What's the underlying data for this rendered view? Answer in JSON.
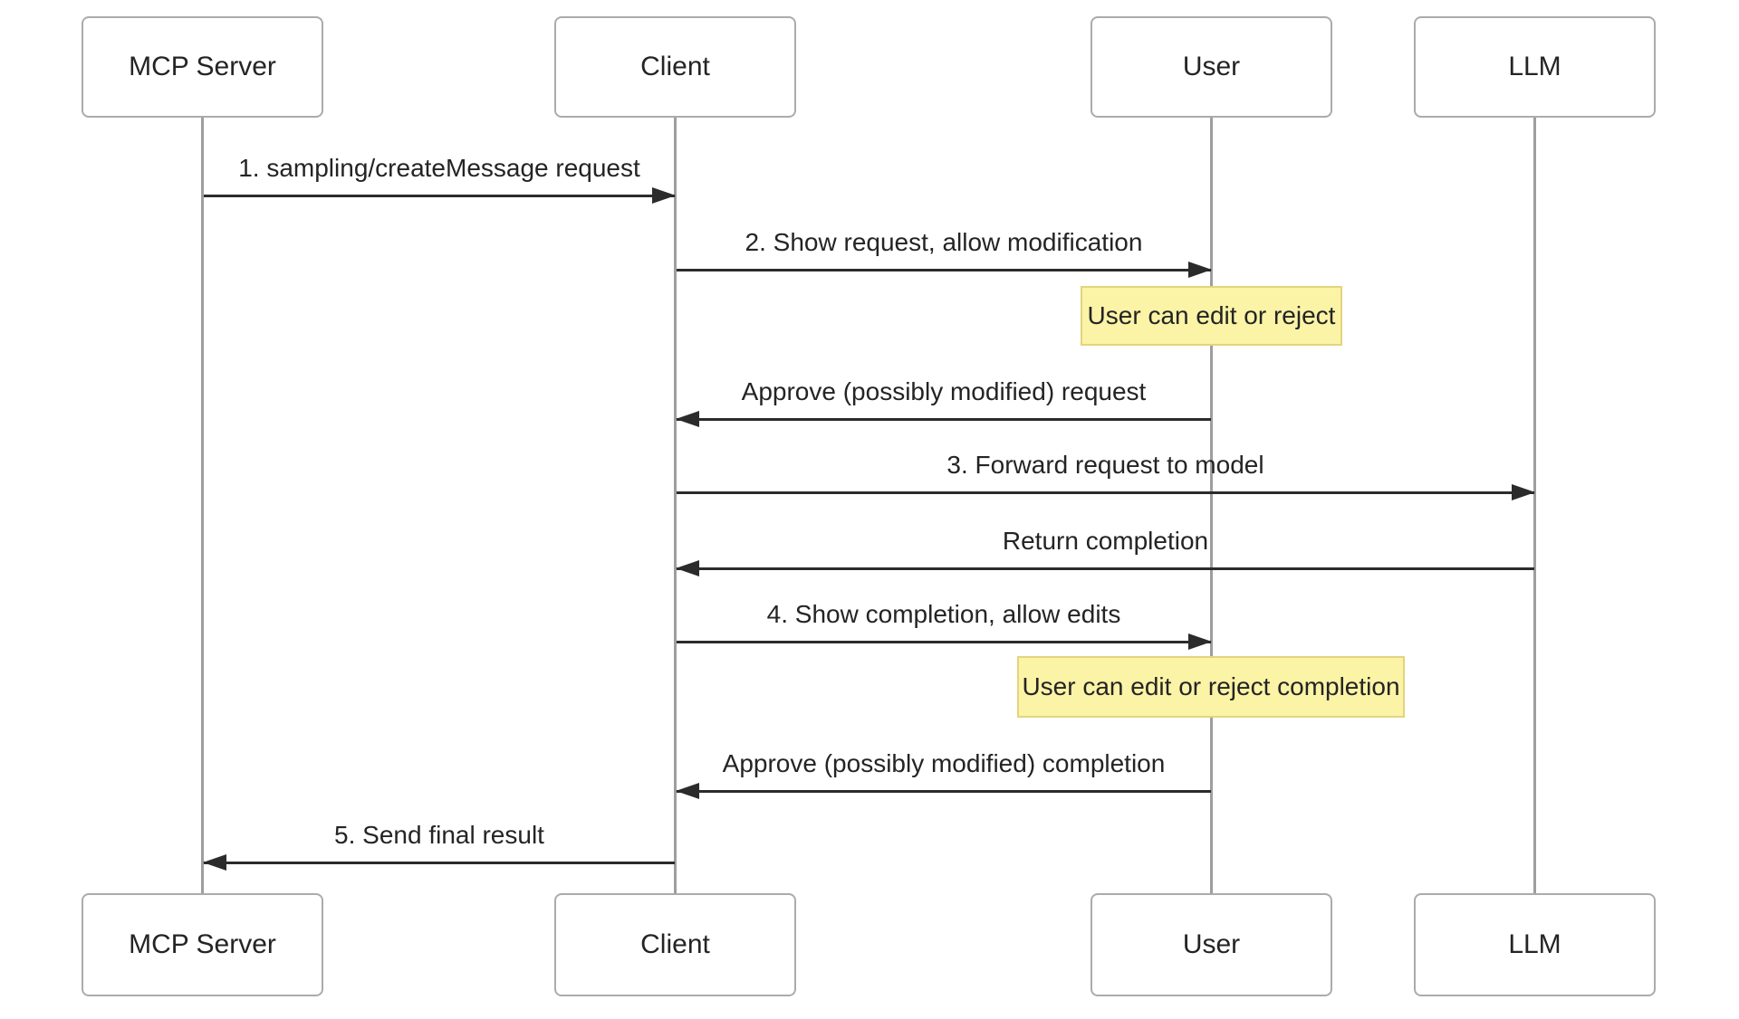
{
  "diagram": {
    "type": "sequence-diagram",
    "colors": {
      "background": "#ffffff",
      "actor_fill": "#ffffff",
      "actor_border": "#ababab",
      "lifeline": "#9e9e9e",
      "arrow": "#2b2b2b",
      "text": "#242424",
      "note_fill": "#fbf3a6",
      "note_border": "#e3d47e"
    },
    "actors": [
      {
        "name": "MCP Server"
      },
      {
        "name": "Client"
      },
      {
        "name": "User"
      },
      {
        "name": "LLM"
      }
    ],
    "messages": [
      {
        "label": "1. sampling/createMessage request",
        "from": "MCP Server",
        "to": "Client"
      },
      {
        "label": "2. Show request, allow modification",
        "from": "Client",
        "to": "User"
      },
      {
        "label": "Approve (possibly modified) request",
        "from": "User",
        "to": "Client"
      },
      {
        "label": "3. Forward request to model",
        "from": "Client",
        "to": "LLM"
      },
      {
        "label": "Return completion",
        "from": "LLM",
        "to": "Client"
      },
      {
        "label": "4. Show completion, allow edits",
        "from": "Client",
        "to": "User"
      },
      {
        "label": "Approve (possibly modified) completion",
        "from": "User",
        "to": "Client"
      },
      {
        "label": "5. Send final result",
        "from": "Client",
        "to": "MCP Server"
      }
    ],
    "notes": [
      {
        "text": "User can edit or reject",
        "over": "User"
      },
      {
        "text": "User can edit or reject completion",
        "over": "User"
      }
    ]
  }
}
